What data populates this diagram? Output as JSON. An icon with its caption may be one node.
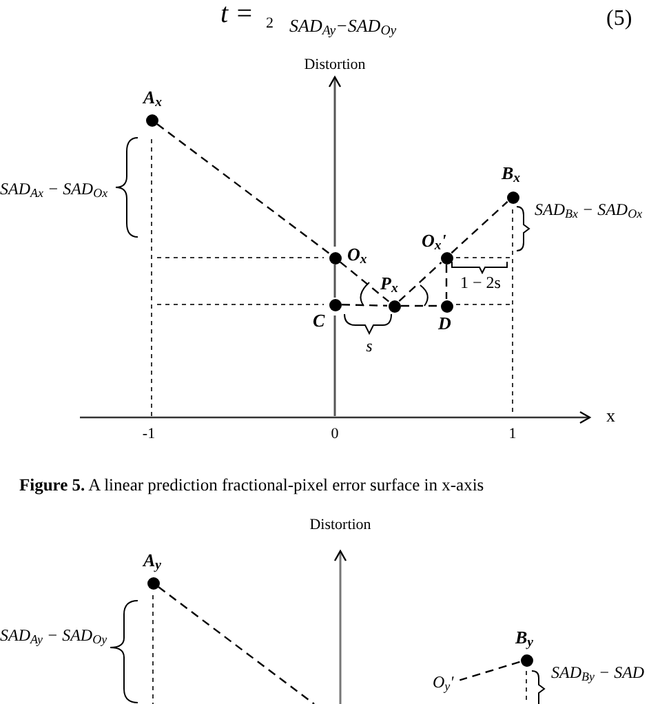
{
  "diagram": {
    "caption": "**Figure 5.**   A linear prediction fractional-pixel error surface in x-axis",
    "nodes": [
      {
        "text": [],
        "shape": "circle",
        "beside": [
          "A$_{x}$"
        ]
      },
      {
        "text": [],
        "shape": "circle",
        "beside": [
          "O$_{x}$"
        ]
      },
      {
        "text": [],
        "shape": "circle",
        "beside": [
          "C"
        ]
      },
      {
        "text": [],
        "shape": "circle",
        "beside": [
          "P$_{x}$"
        ]
      },
      {
        "text": [],
        "shape": "circle",
        "beside": [
          "O$_{x}$'"
        ]
      },
      {
        "text": [],
        "shape": "circle",
        "beside": [
          "D"
        ]
      },
      {
        "text": [],
        "shape": "circle",
        "beside": [
          "B$_{x}$"
        ]
      },
      {
        "text": [],
        "shape": "circle",
        "beside": [
          "A$_{y}$"
        ]
      },
      {
        "text": [],
        "shape": "circle",
        "beside": [
          "B$_{y}$"
        ]
      },
      {
        "text": [
          "O$_{y}$'"
        ]
      }
    ],
    "edges": [
      {
        "from": 0,
        "to": 1,
        "arrow": "none",
        "style": "dashed"
      },
      {
        "from": 1,
        "to": 3,
        "arrow": "none",
        "style": "dashed"
      },
      {
        "from": 3,
        "to": 4,
        "arrow": "none",
        "style": "dashed"
      },
      {
        "from": 4,
        "to": 6,
        "arrow": "none",
        "style": "dashed"
      },
      {
        "from": 4,
        "to": 5,
        "arrow": "none",
        "style": "dashed"
      },
      {
        "from": 7,
        "to": null,
        "arrow": "none",
        "style": "dashed"
      },
      {
        "from": 8,
        "to": 9,
        "arrow": "none",
        "style": "dashed"
      },
      {
        "from": 2,
        "to": 3,
        "arrow": "none",
        "style": "dashed"
      },
      {
        "from": 3,
        "to": 5,
        "arrow": "none",
        "style": "dashed"
      },
      {
        "from": 1,
        "to": 2,
        "arrow": "none",
        "color": "#555555"
      }
    ],
    "labels": [
      "t =",
      "2",
      "SAD$_{Ay}$−SAD$_{Oy}$",
      "(5)",
      "Distortion",
      "SAD$_{Ax}$ − SAD$_{Ox}$",
      "SAD$_{Bx}$ − SAD$_{Ox}$",
      "1 − 2s",
      "s",
      "-1",
      "0",
      "1",
      "x",
      "Distortion",
      "SAD$_{Ay}$ − SAD$_{Oy}$",
      "SAD$_{By}$ − SAD"
    ]
  }
}
